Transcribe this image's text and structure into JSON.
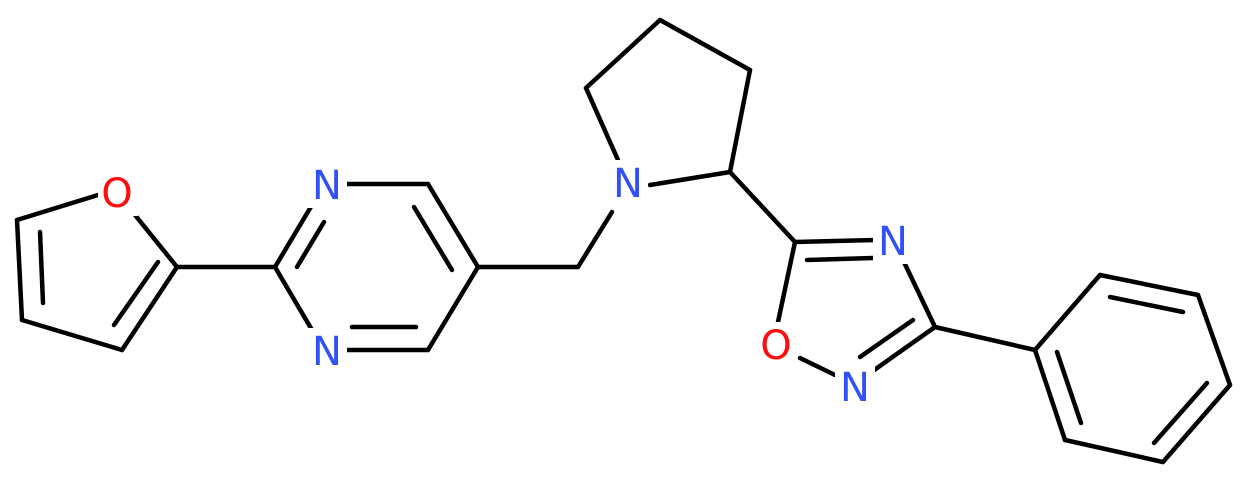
{
  "colors": {
    "bond": "#000000",
    "nitrogen": "#3050F8",
    "oxygen": "#FF0D0D",
    "background": "#FFFFFF"
  },
  "atoms": {
    "furan_o": {
      "symbol": "O",
      "element": "oxygen"
    },
    "pyrimidine_n_top": {
      "symbol": "N",
      "element": "nitrogen"
    },
    "pyrimidine_n_bottom": {
      "symbol": "N",
      "element": "nitrogen"
    },
    "pyrrolidine_n": {
      "symbol": "N",
      "element": "nitrogen"
    },
    "oxadiazole_n4": {
      "symbol": "N",
      "element": "nitrogen"
    },
    "oxadiazole_o1": {
      "symbol": "O",
      "element": "oxygen"
    },
    "oxadiazole_n2": {
      "symbol": "N",
      "element": "nitrogen"
    }
  }
}
